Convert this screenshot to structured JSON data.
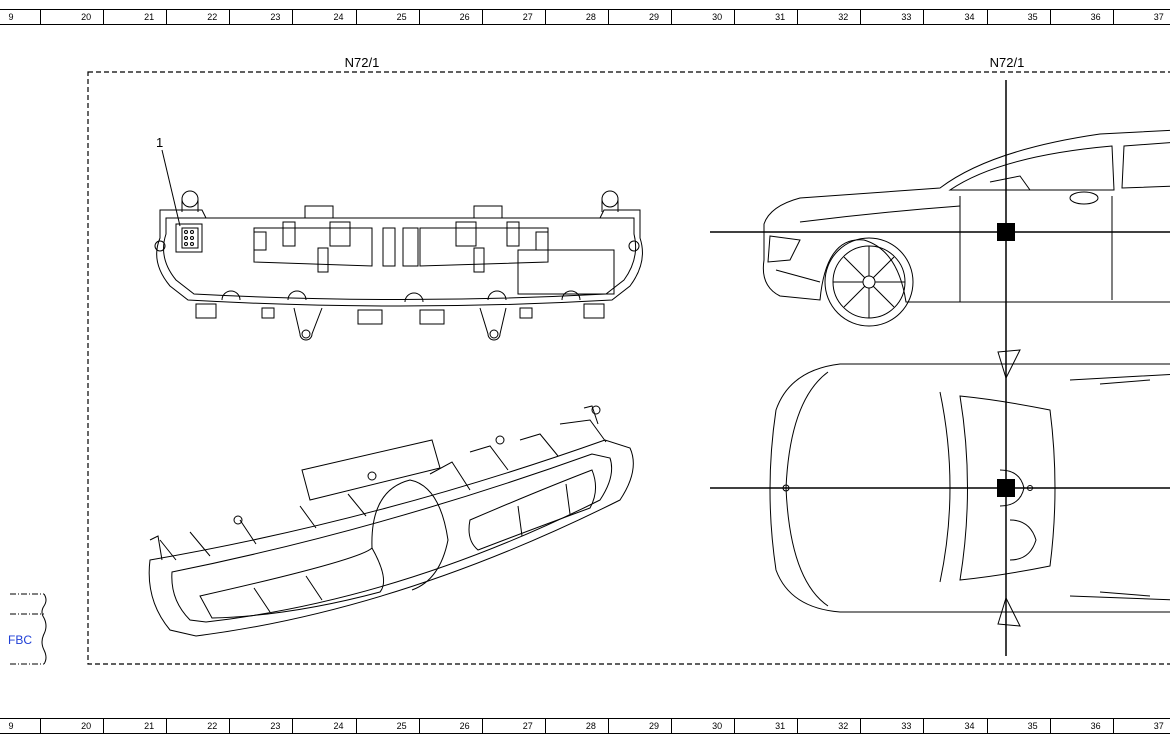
{
  "ruler": {
    "numbers": [
      "9",
      "20",
      "21",
      "22",
      "23",
      "24",
      "25",
      "26",
      "27",
      "28",
      "29",
      "30",
      "31",
      "32",
      "33",
      "34",
      "35",
      "36",
      "37"
    ]
  },
  "labels": {
    "component_left": "N72/1",
    "component_right": "N72/1",
    "callout_1": "1",
    "side_ref": "FBC"
  }
}
